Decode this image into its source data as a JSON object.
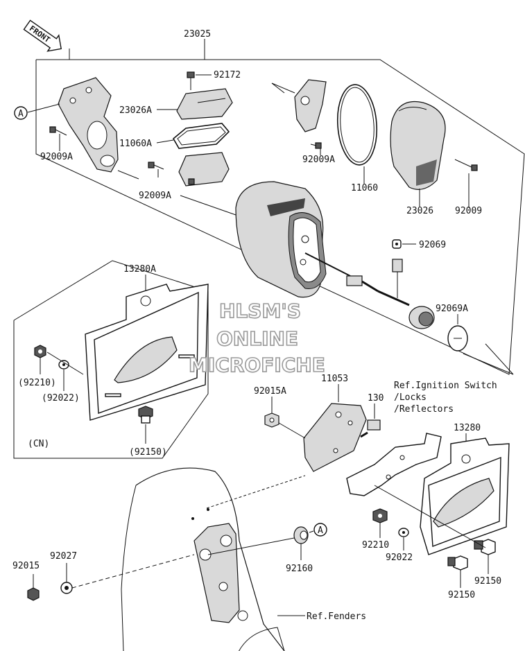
{
  "front_marker": "FRONT",
  "callouts": {
    "circle_a1": "A",
    "circle_a2": "A"
  },
  "watermark": [
    "HLSM'S",
    "ONLINE",
    "MICROFICHE"
  ],
  "labels": {
    "p23025": "23025",
    "p92172": "92172",
    "p23026A": "23026A",
    "p11060A": "11060A",
    "p92009A_1": "92009A",
    "p92009A_2": "92009A",
    "p92009A_3": "92009A",
    "p11060": "11060",
    "p23026": "23026",
    "p92009": "92009",
    "p92069": "92069",
    "p92069A": "92069A",
    "p13280A": "13280A",
    "p92210_cn": "(92210)",
    "p92022_cn": "(92022)",
    "p92150_cn": "(92150)",
    "cn_note": "(CN)",
    "p11053": "11053",
    "p92015A": "92015A",
    "p130": "130",
    "ref_ignition": "Ref.Ignition Switch",
    "ref_locks": "/Locks",
    "ref_reflectors": "/Reflectors",
    "p13280": "13280",
    "p92210": "92210",
    "p92022": "92022",
    "p92150_1": "92150",
    "p92150_2": "92150",
    "p92160": "92160",
    "p92015": "92015",
    "p92027": "92027",
    "ref_fenders": "Ref.Fenders"
  }
}
